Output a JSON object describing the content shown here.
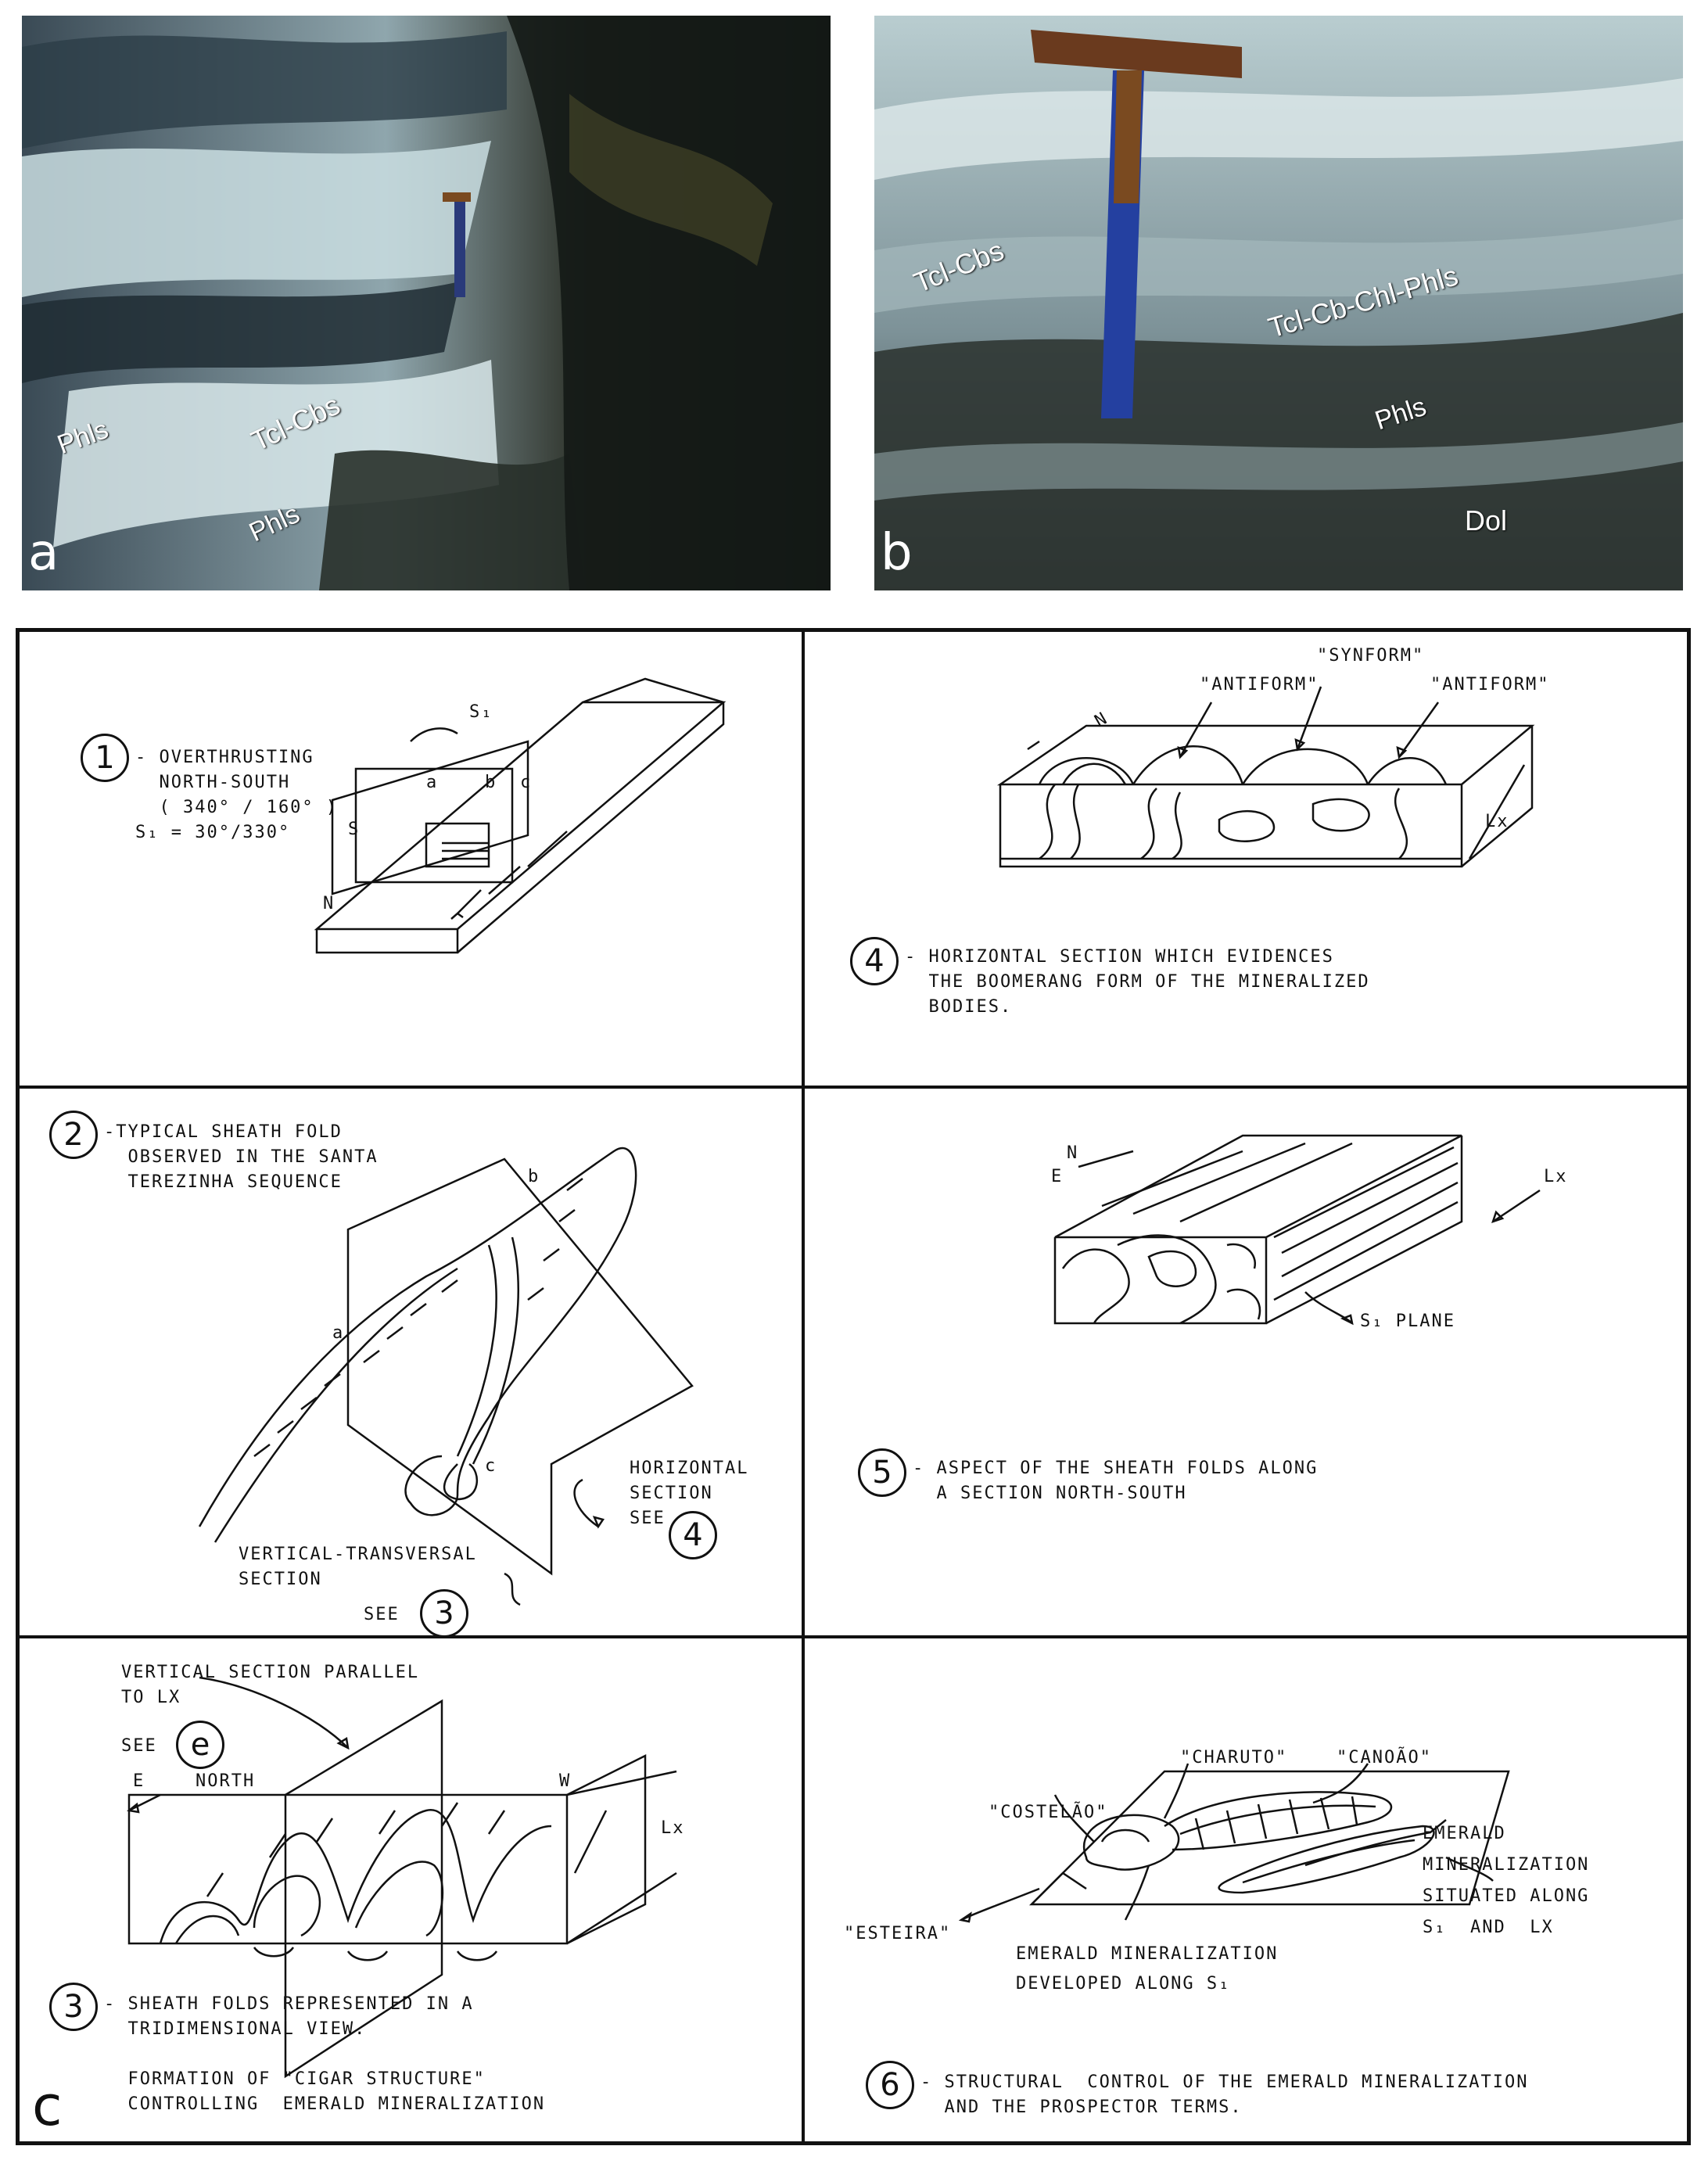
{
  "photo_a": {
    "letter": "a",
    "labels": {
      "phls_1": "Phls",
      "tcl_cbs": "Tcl-Cbs",
      "phls_2": "Phls"
    }
  },
  "photo_b": {
    "letter": "b",
    "labels": {
      "tcl_cbs": "Tcl-Cbs",
      "tcl_cb_chl_phls": "Tcl-Cb-Chl-Phls",
      "phls": "Phls",
      "dol": "Dol"
    }
  },
  "panel_c": {
    "letter": "c",
    "cell1": {
      "number": "1",
      "caption": "- OVERTHRUSTING\n  NORTH-SOUTH\n  ( 340° / 160° )\nS₁ = 30°/330°",
      "labels": {
        "s1": "S₁",
        "s": "S",
        "n": "N",
        "a": "a",
        "b": "b",
        "c": "c"
      }
    },
    "cell2": {
      "number": "2",
      "caption": "-TYPICAL SHEATH FOLD\n  OBSERVED IN THE SANTA\n  TEREZINHA SEQUENCE",
      "labels": {
        "a": "a",
        "b": "b",
        "c": "c",
        "horizontal_section": "HORIZONTAL\nSECTION\nSEE",
        "see_num_4": "4",
        "vertical_section": "VERTICAL-TRANSVERSAL\nSECTION",
        "see": "SEE",
        "see_num_3": "3"
      }
    },
    "cell3": {
      "number": "3",
      "parallel_label": "VERTICAL SECTION PARALLEL\nTO LX",
      "see": "SEE",
      "see_letter": "e",
      "e": "E",
      "north": "NORTH",
      "w": "W",
      "lx": "Lx",
      "caption": "- SHEATH FOLDS REPRESENTED IN A\n  TRIDIMENSIONAL VIEW.\n\n  FORMATION OF \"CIGAR STRUCTURE\"\n  CONTROLLING  EMERALD MINERALIZATION"
    },
    "cell4": {
      "number": "4",
      "synform": "\"SYNFORM\"",
      "antiform_left": "\"ANTIFORM\"",
      "antiform_right": "\"ANTIFORM\"",
      "n": "N",
      "lx": "Lx",
      "caption": "- HORIZONTAL SECTION WHICH EVIDENCES\n  THE BOOMERANG FORM OF THE MINERALIZED\n  BODIES."
    },
    "cell5": {
      "number": "5",
      "n": "N",
      "e": "E",
      "lx": "Lx",
      "s1_plane": "S₁ PLANE",
      "caption": "- ASPECT OF THE SHEATH FOLDS ALONG\n  A SECTION NORTH-SOUTH"
    },
    "cell6": {
      "number": "6",
      "charuto": "\"CHARUTO\"",
      "canoao": "\"CANOÃO\"",
      "costelao": "\"COSTELÃO\"",
      "esteira": "\"ESTEIRA\"",
      "emerald_right": "EMERALD\nMINERALIZATION\nSITUATED ALONG\nS₁  AND  LX",
      "emerald_bottom": "EMERALD MINERALIZATION\nDEVELOPED ALONG S₁",
      "caption": "- STRUCTURAL  CONTROL OF THE EMERALD MINERALIZATION\n  AND THE PROSPECTOR TERMS."
    }
  },
  "colors": {
    "ink": "#111111",
    "paper": "#ffffff",
    "photo_label": "#ffffff"
  }
}
